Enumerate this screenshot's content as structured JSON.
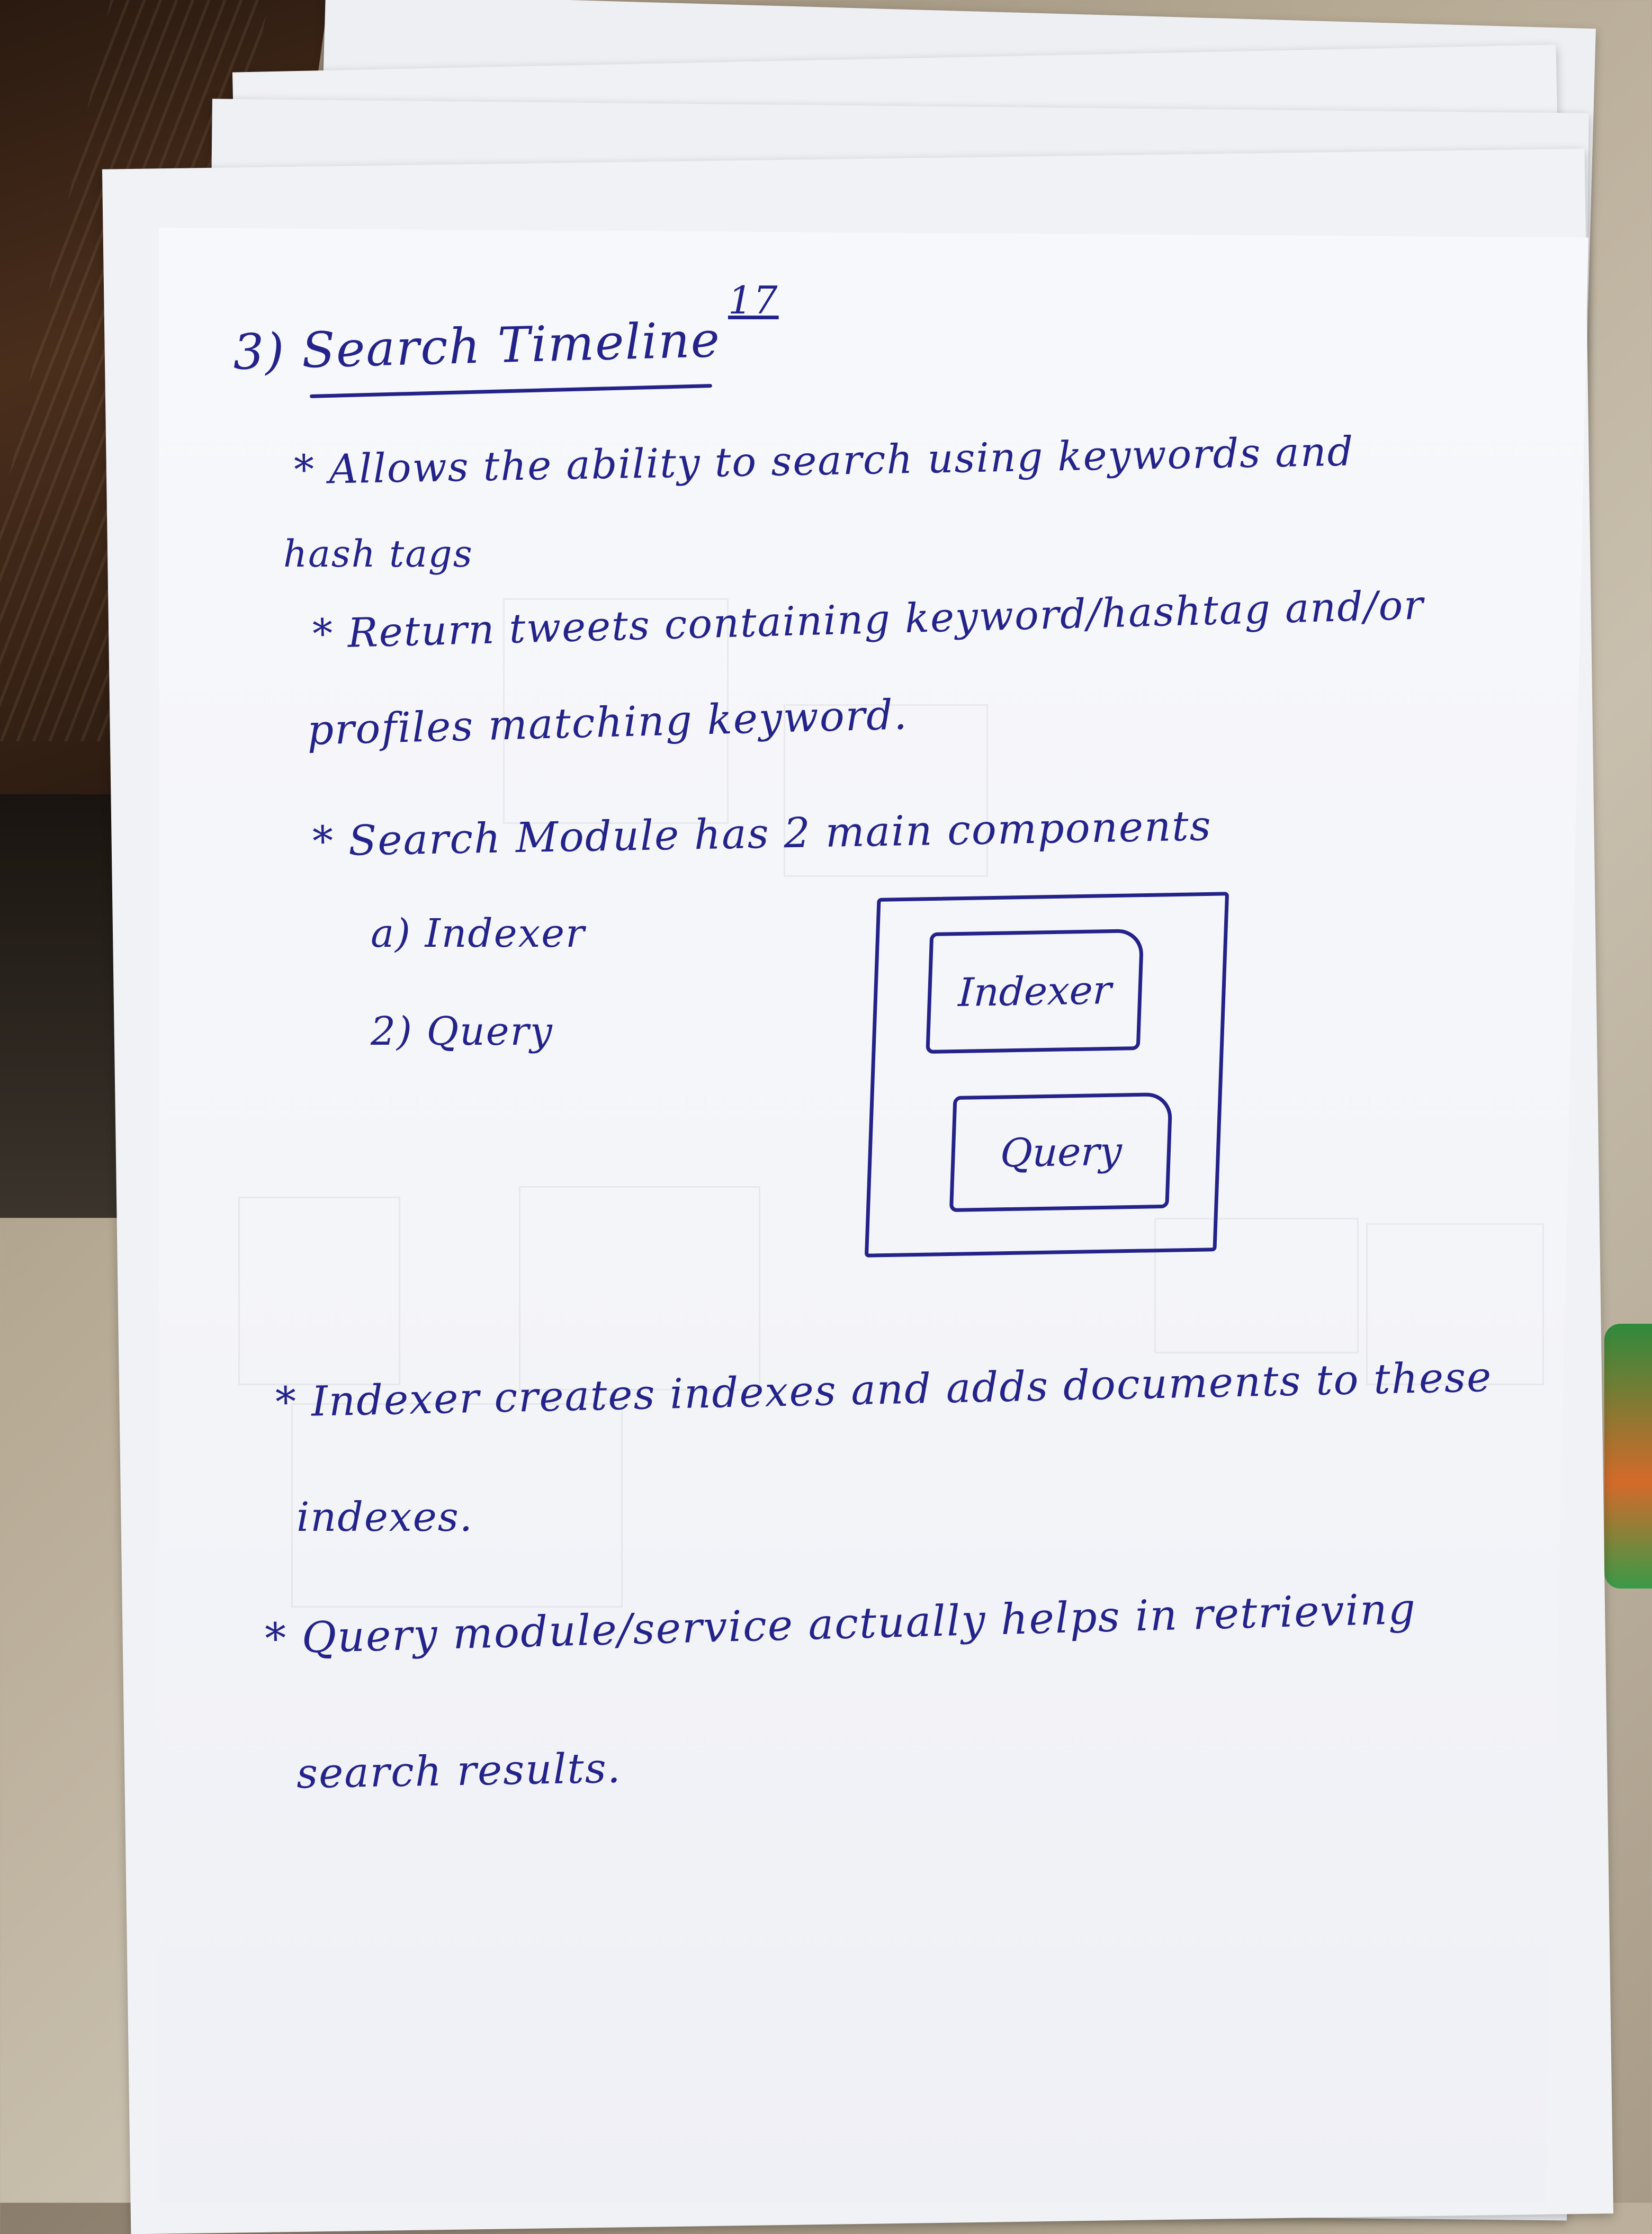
{
  "page_number": "17",
  "heading": "3) Search Timeline",
  "bullets": [
    "* Allows the ability to search using keywords and",
    "hash tags",
    "* Return tweets containing keyword/hashtag and/or",
    "profiles matching keyword.",
    "* Search Module has 2 main components",
    "a) Indexer",
    "2) Query"
  ],
  "diagram": {
    "box_top": "Indexer",
    "box_bottom": "Query"
  },
  "footer_notes": [
    "* Indexer creates indexes and adds documents to these",
    "indexes.",
    "* Query module/service actually helps in retrieving",
    "search results."
  ],
  "colors": {
    "ink": "#23238a",
    "paper": "#f5f6f9"
  }
}
